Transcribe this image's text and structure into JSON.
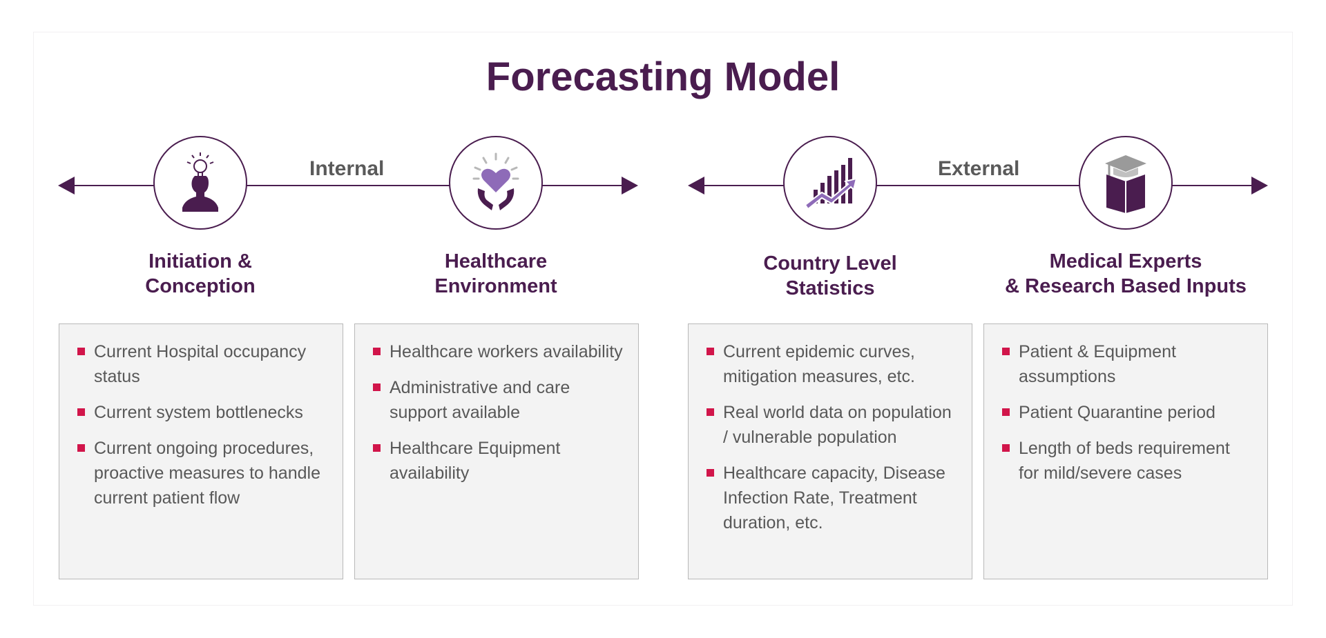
{
  "title": "Forecasting Model",
  "colors": {
    "primary": "#4a1d4f",
    "accent_purple": "#8e6bb8",
    "bullet": "#d1154a",
    "box_bg": "#f3f3f3"
  },
  "groups": [
    {
      "label": "Internal"
    },
    {
      "label": "External"
    }
  ],
  "columns": [
    {
      "icon": "person-lightbulb-icon",
      "heading": "Initiation &\nConception",
      "bullets": [
        "Current Hospital occupancy status",
        "Current system bottlenecks",
        "Current ongoing procedures, proactive measures to handle current patient flow"
      ]
    },
    {
      "icon": "heart-hands-icon",
      "heading": "Healthcare\nEnvironment",
      "bullets": [
        "Healthcare workers availability",
        "Administrative and care support available",
        "Healthcare Equipment availability"
      ]
    },
    {
      "icon": "bar-chart-growth-icon",
      "heading": "Country Level\nStatistics",
      "bullets": [
        "Current epidemic curves, mitigation measures, etc.",
        "Real world data on population / vulnerable population",
        "Healthcare capacity, Disease Infection Rate, Treatment duration, etc."
      ]
    },
    {
      "icon": "graduation-book-icon",
      "heading": "Medical Experts\n& Research Based Inputs",
      "bullets": [
        "Patient & Equipment assumptions",
        "Patient Quarantine period",
        "Length of beds requirement for mild/severe cases"
      ]
    }
  ]
}
